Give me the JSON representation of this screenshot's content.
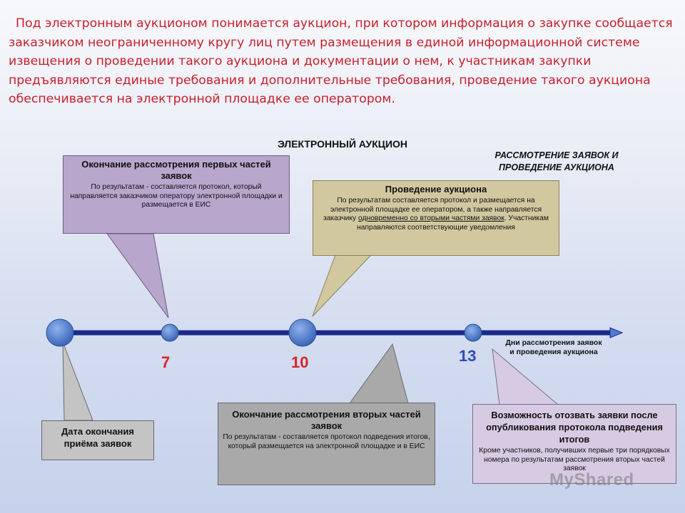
{
  "intro": "Под электронным аукционом понимается аукцион, при котором информация о закупке сообщается заказчиком неограниченному кругу лиц путем размещения в единой информационной системе извещения о проведении такого аукциона и документации о нем, к участникам закупки предъявляются единые требования и дополнительные требования, проведение такого аукциона обеспечивается на электронной площадке ее оператором.",
  "title": "ЭЛЕКТРОННЫЙ АУКЦИОН",
  "subtitle": "РАССМОТРЕНИЕ ЗАЯВОК И ПРОВЕДЕНИЕ АУКЦИОНА",
  "timeline": {
    "axis_label": "Дни рассмотрения заявок и проведения аукциона",
    "milestones": [
      {
        "day": "",
        "color": "#4f7fd0"
      },
      {
        "day": "7",
        "color": "#d8242c"
      },
      {
        "day": "10",
        "color": "#d8242c"
      },
      {
        "day": "13",
        "color": "#2e4db5"
      }
    ]
  },
  "callouts": {
    "first_parts": {
      "heading": "Окончание рассмотрения первых частей заявок",
      "body": "По результатам - составляется протокол, который направляется заказчиком оператору электронной площадки и размещается в ЕИС"
    },
    "auction": {
      "heading": "Проведение аукциона",
      "body_start": "По результатам составляется протокол и размещается на электронной площадке ее оператором, а также направляется заказчику ",
      "body_underlined": "одновременно со вторыми частями заявок",
      "body_end": ". Участникам направляются соответствующие уведомления"
    },
    "second_parts": {
      "heading": "Окончание рассмотрения вторых частей заявок",
      "body": "По результатам - составляется протокол подведения итогов, который размещается на электронной площадке и в ЕИС"
    },
    "withdraw": {
      "heading": "Возможность отозвать заявки после опубликования протокола подведения итогов",
      "body": "Кроме участников, получивших первые три порядковых номера по результатам рассмотрения вторых частей заявок"
    },
    "deadline": {
      "heading": "Дата окончания приёма заявок"
    }
  },
  "watermark": "MyShared",
  "colors": {
    "intro_text": "#c8202c",
    "timeline": "#1a2a8c",
    "box_first": "#b9a6cd",
    "box_auction": "#d2c8a0",
    "box_second": "#a9a9a9",
    "box_withdraw": "#d6cbe2"
  }
}
